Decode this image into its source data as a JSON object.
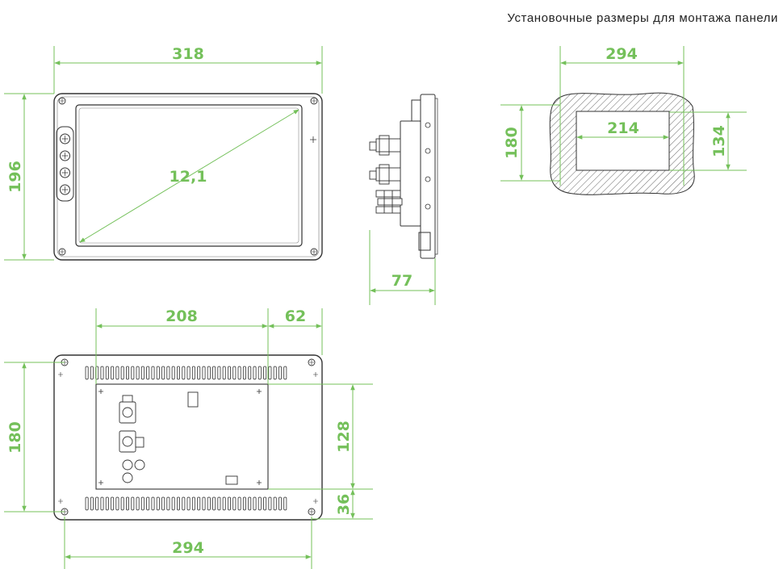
{
  "caption": "Установочные размеры для монтажа  панели",
  "colors": {
    "dimension": "#74c05a",
    "outline": "#333333",
    "hatch": "#666666"
  },
  "front_view": {
    "width": "318",
    "height": "196",
    "diagonal": "12,1"
  },
  "side_view": {
    "depth": "77"
  },
  "cutout": {
    "outer_width": "294",
    "outer_height": "180",
    "inner_width": "214",
    "inner_height": "134"
  },
  "rear_view": {
    "top_span": "208",
    "top_offset": "62",
    "height": "180",
    "plate_height": "128",
    "bottom_offset": "36",
    "bottom_span": "294"
  }
}
